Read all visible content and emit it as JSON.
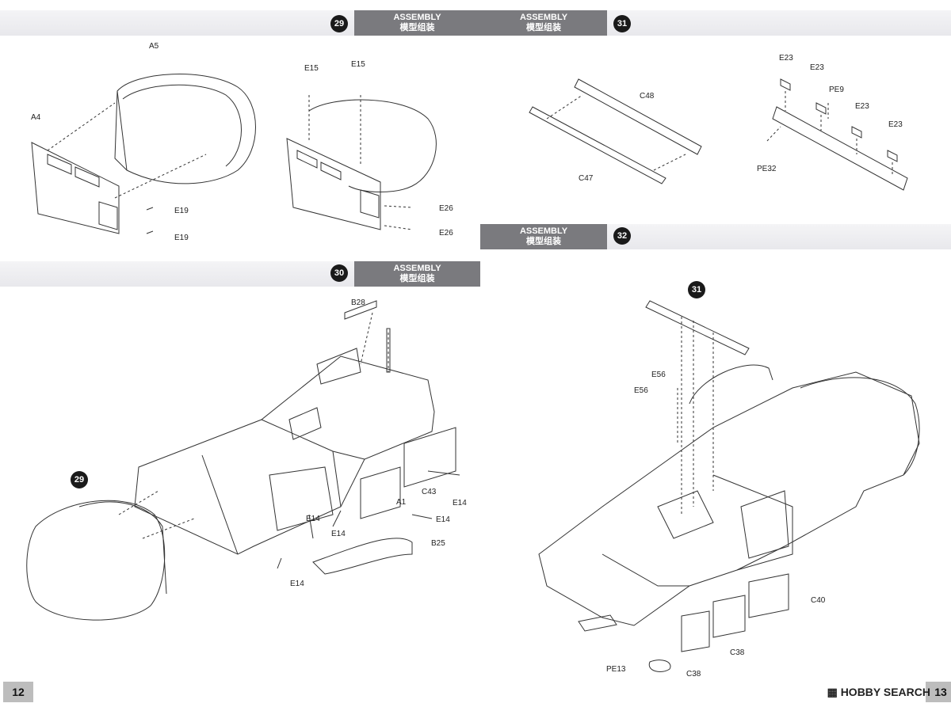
{
  "left_page": {
    "number": "12",
    "steps": [
      {
        "number": "29",
        "title_en": "ASSEMBLY",
        "title_cn": "模型组装"
      },
      {
        "number": "30",
        "title_en": "ASSEMBLY",
        "title_cn": "模型组装"
      }
    ]
  },
  "right_page": {
    "number": "13",
    "steps": [
      {
        "number": "31",
        "title_en": "ASSEMBLY",
        "title_cn": "模型组装"
      },
      {
        "number": "32",
        "title_en": "ASSEMBLY",
        "title_cn": "模型组装"
      }
    ]
  },
  "callouts": {
    "step29_ref": "29",
    "step31_ref": "31"
  },
  "parts": {
    "s29": [
      "A5",
      "A4",
      "E19",
      "E19",
      "E15",
      "E15",
      "E26",
      "E26"
    ],
    "s31": [
      "C48",
      "C47",
      "E23",
      "E23",
      "PE9",
      "E23",
      "E23",
      "PE32"
    ],
    "s30": [
      "B28",
      "C43",
      "E14",
      "A1",
      "E14",
      "E14",
      "E14",
      "B25",
      "E14"
    ],
    "s32": [
      "E56",
      "E56",
      "C40",
      "C38",
      "PE13",
      "C38"
    ]
  },
  "watermark": "HOBBY SEARCH",
  "colors": {
    "banner": "#7a7a7e",
    "band": "#ececf0",
    "badge": "#1a1a1a",
    "page_tab": "#bdbdbd"
  }
}
